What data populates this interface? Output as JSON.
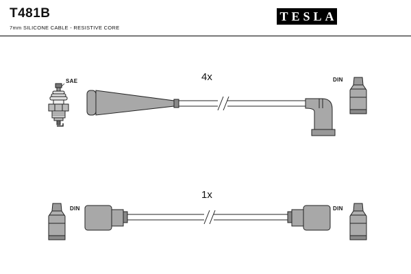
{
  "header": {
    "part_number": "T481B",
    "subtitle": "7mm SILICONE CABLE - RESISTIVE CORE",
    "brand": "TESLA"
  },
  "colors": {
    "brand_bg": "#000000",
    "brand_text": "#ffffff",
    "diagram_stroke": "#222222",
    "boot_fill": "#a8a8a8"
  },
  "assemblies": {
    "top": {
      "quantity": "4x",
      "left_label": "SAE",
      "right_label": "DIN"
    },
    "bottom": {
      "quantity": "1x",
      "left_label": "DIN",
      "right_label": "DIN"
    }
  }
}
